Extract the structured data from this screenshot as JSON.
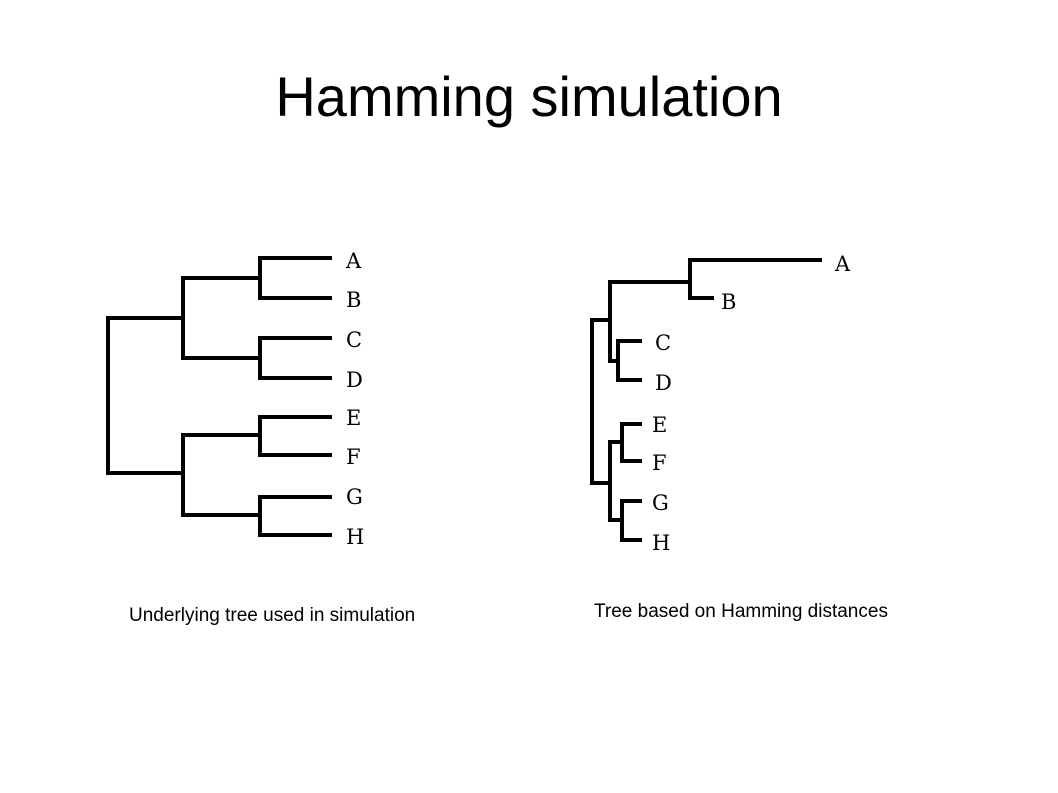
{
  "slide": {
    "title": "Hamming simulation"
  },
  "trees": {
    "left": {
      "caption": "Underlying tree used in simulation",
      "leaves": [
        "A",
        "B",
        "C",
        "D",
        "E",
        "F",
        "G",
        "H"
      ]
    },
    "right": {
      "caption": "Tree based on Hamming distances",
      "leaves": [
        "A",
        "B",
        "C",
        "D",
        "E",
        "F",
        "G",
        "H"
      ]
    }
  }
}
